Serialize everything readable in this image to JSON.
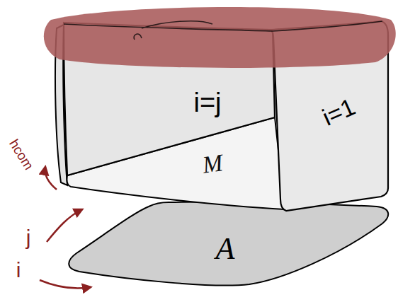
{
  "diagram": {
    "labels": [
      "i=j",
      "i=1",
      "M",
      "A",
      "hcom",
      "j",
      "i"
    ]
  }
}
